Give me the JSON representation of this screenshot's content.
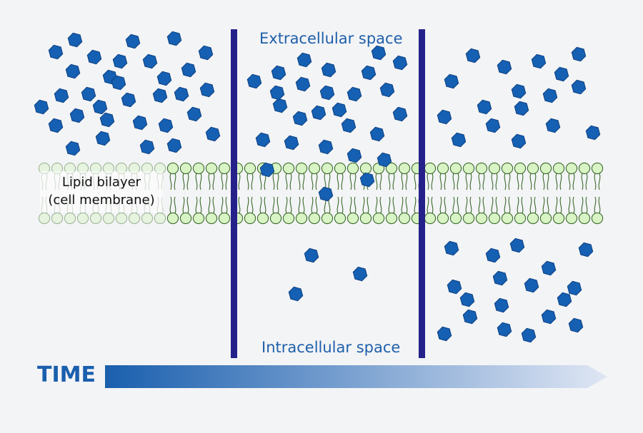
{
  "labels": {
    "extracellular": "Extracellular space",
    "intracellular": "Intracellular space",
    "lipid_line1": "Lipid bilayer",
    "lipid_line2": "(cell membrane)",
    "time": "TIME"
  },
  "colors": {
    "background": "#f3f4f6",
    "molecule_fill": "#1560b3",
    "molecule_stroke": "#0c3f80",
    "divider": "#25218a",
    "head_fill": "#d8f3c4",
    "head_stroke": "#3a6a2b",
    "time_arrow_start": "#1a5fae",
    "time_arrow_end": "#dfe6f4"
  },
  "panels": [
    {
      "name": "t0",
      "molecules_above": 32,
      "molecules_in_membrane": 0,
      "molecules_below": 0
    },
    {
      "name": "t1",
      "molecules_above": 24,
      "molecules_in_membrane": 3,
      "molecules_below": 3
    },
    {
      "name": "t2",
      "molecules_above": 17,
      "molecules_in_membrane": 0,
      "molecules_below": 18
    }
  ]
}
